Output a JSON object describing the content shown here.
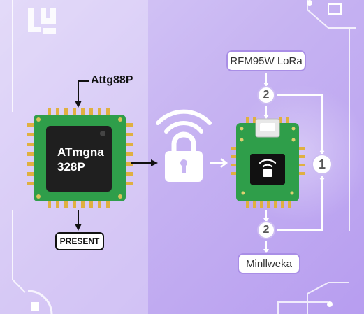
{
  "chip": {
    "callout_label": "Attg88P",
    "body_label": "ATmgna\n328P"
  },
  "present_label": "PRESENT",
  "lora_label": "RFM95W LoRa",
  "bottom_label": "Minllweka",
  "badges": {
    "top": "2",
    "bottom": "2",
    "right": "1"
  },
  "colors": {
    "background": "#c7b4f2",
    "accent": "#a98ee6",
    "pcb_green": "#2f9e4a",
    "chip_black": "#1f1f1f",
    "pin_gold": "#e0b040"
  },
  "icons": [
    "wifi-icon",
    "padlock-icon",
    "lock-screen-icon",
    "logo-mark"
  ]
}
